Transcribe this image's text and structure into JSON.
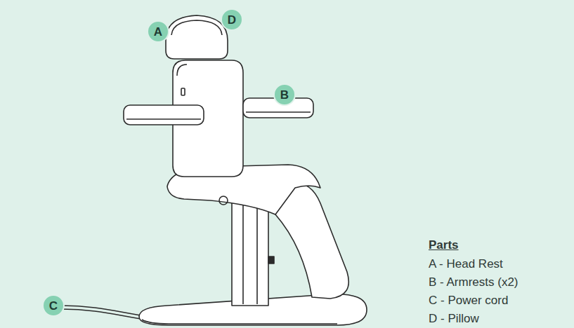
{
  "diagram": {
    "nodes": [
      {
        "text": [
          "A"
        ]
      },
      {
        "text": [
          "D"
        ]
      },
      {
        "text": [
          "B"
        ]
      },
      {
        "text": [
          "C"
        ]
      }
    ],
    "labels": [
      "Parts",
      "A - Head Rest",
      "B - Armrests (x2)",
      "C - Power cord",
      "D - Pillow"
    ]
  }
}
